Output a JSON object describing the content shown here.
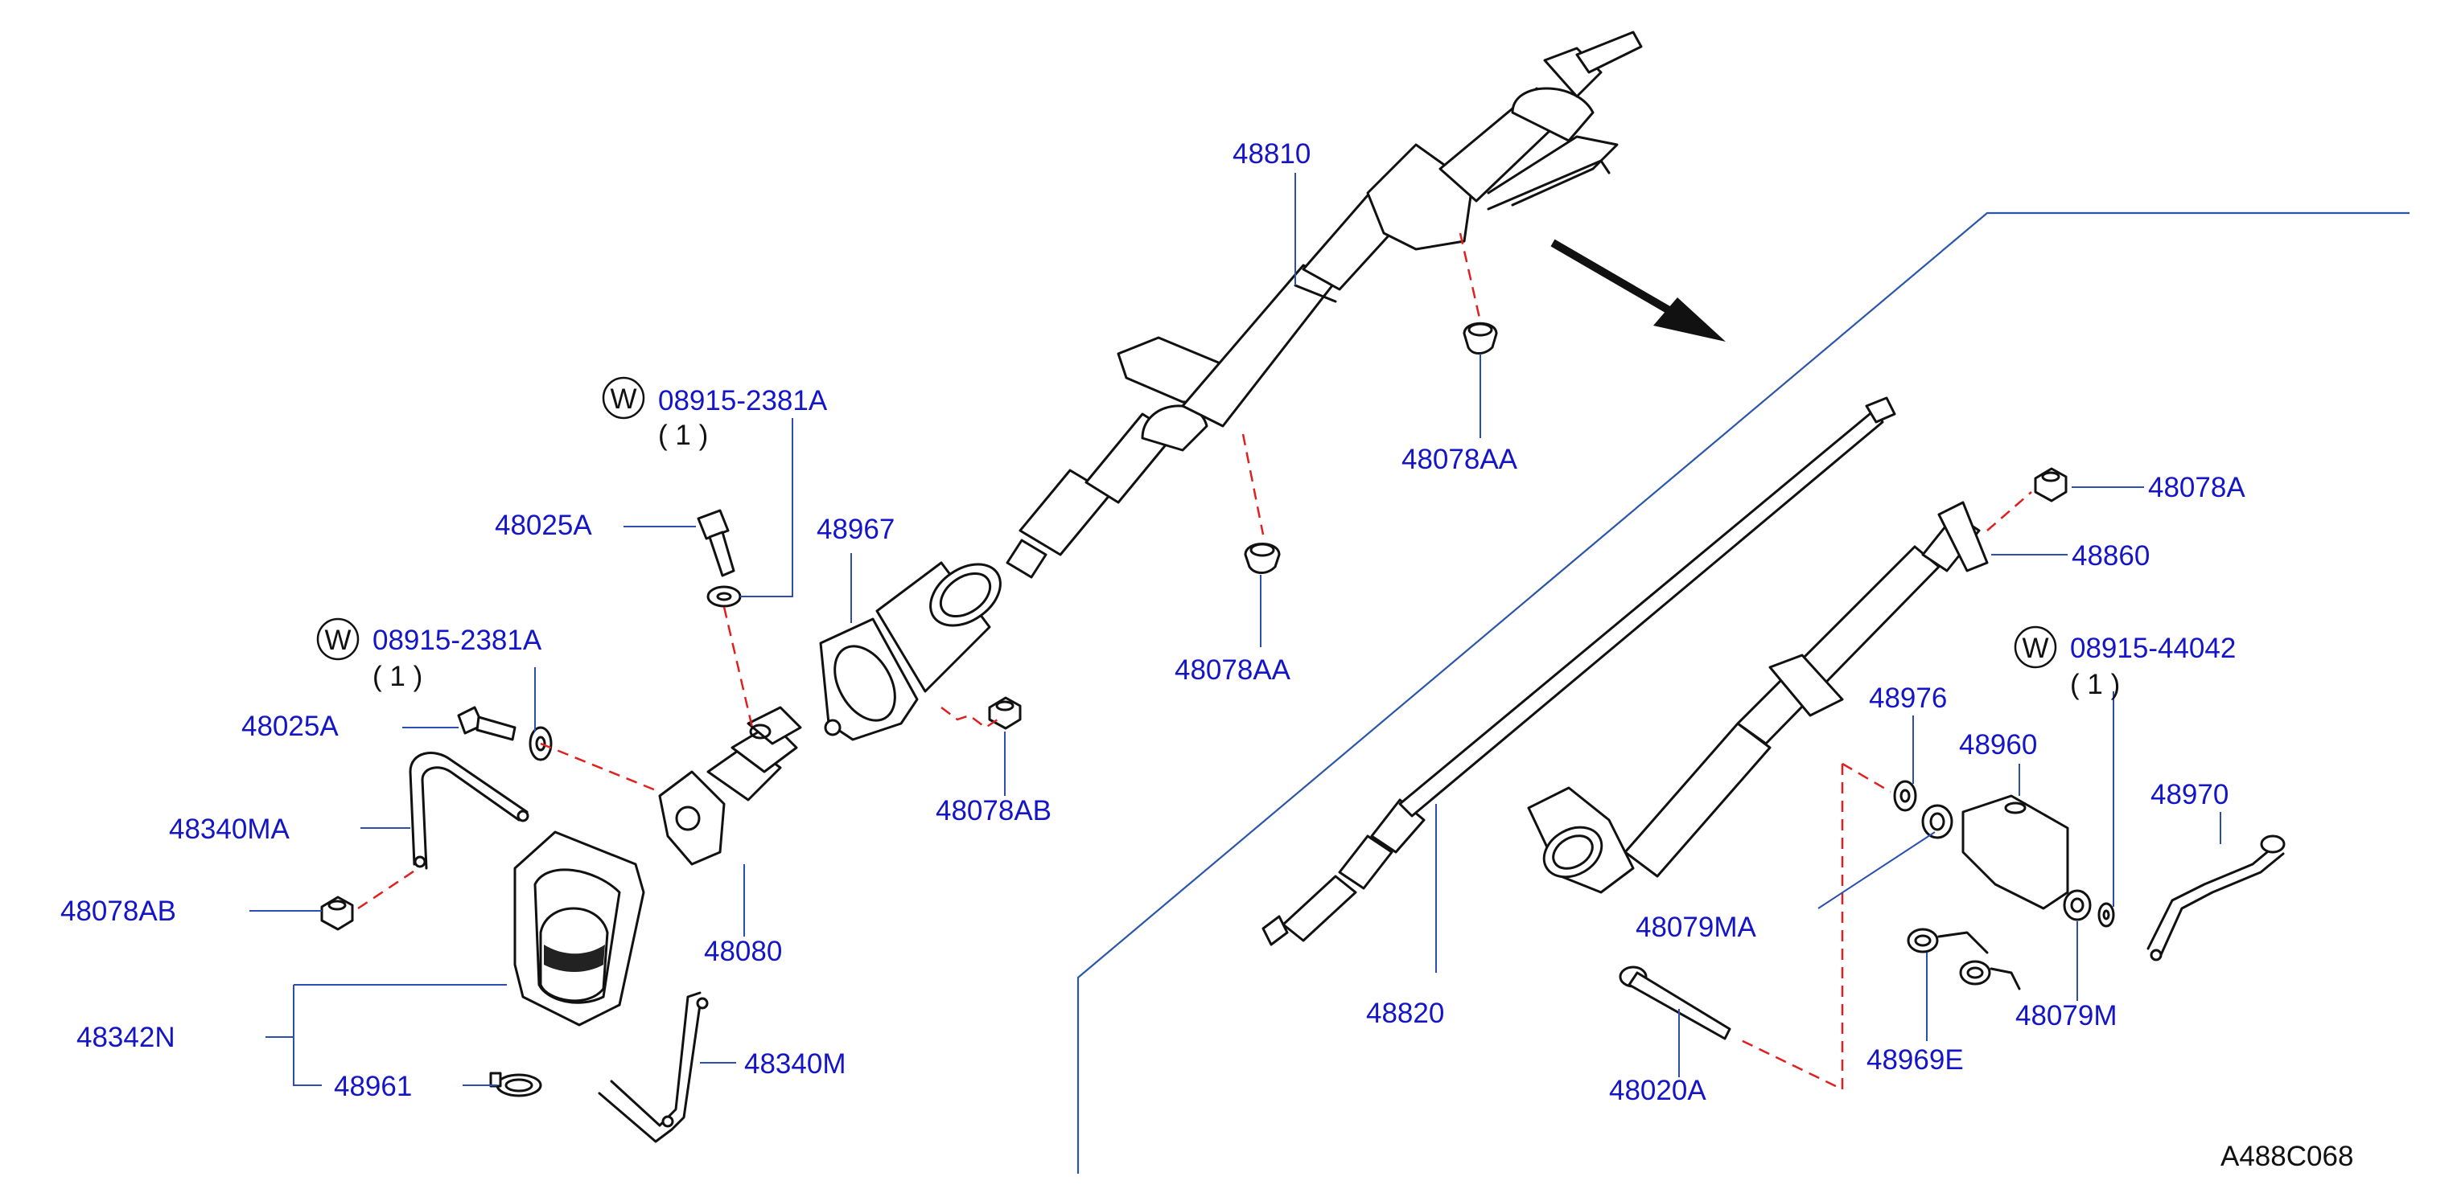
{
  "diagram_ref": "A488C068",
  "washer_symbol": "W",
  "labels": {
    "p48810": "48810",
    "p48078AA_top": "48078AA",
    "p48078AA_low": "48078AA",
    "p08915_2381A_top": "08915-2381A",
    "p08915_2381A_top_qty": "( 1 )",
    "p48025A_top": "48025A",
    "p48967": "48967",
    "p08915_2381A_low": "08915-2381A",
    "p08915_2381A_low_qty": "( 1 )",
    "p48025A_low": "48025A",
    "p48340MA": "48340MA",
    "p48078AB_left": "48078AB",
    "p48078AB_right": "48078AB",
    "p48080": "48080",
    "p48342N": "48342N",
    "p48961": "48961",
    "p48340M": "48340M",
    "p48820": "48820",
    "p48078A": "48078A",
    "p48860": "48860",
    "p08915_44042": "08915-44042",
    "p08915_44042_qty": "( 1 )",
    "p48976": "48976",
    "p48960": "48960",
    "p48970": "48970",
    "p48079MA": "48079MA",
    "p48079M": "48079M",
    "p48969E": "48969E",
    "p48020A": "48020A"
  },
  "colors": {
    "label": "#1515c8",
    "leader": "#2b4fb0",
    "dashed_link": "#e02020",
    "separator": "#2b56a8",
    "ink": "#111111"
  }
}
